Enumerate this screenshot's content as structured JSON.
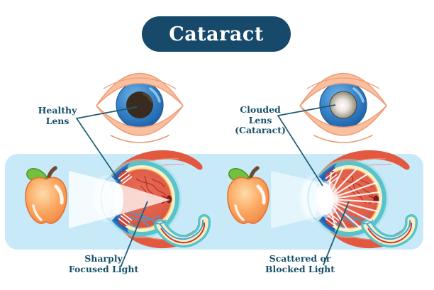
{
  "title": "Cataract",
  "labels": {
    "healthy_lens": {
      "line1": "Healthy",
      "line2": "Lens"
    },
    "clouded_lens": {
      "line1": "Clouded",
      "line2": "Lens",
      "line3": "(Cataract)"
    },
    "sharply_focused_light": {
      "line1": "Sharply",
      "line2": "Focused Light"
    },
    "scattered_blocked_light": {
      "line1": "Scattered or",
      "line2": "Blocked Light"
    }
  },
  "figures": {
    "healthy_eye_front": "healthy-eye-front-illustration",
    "cataract_eye_front": "cataract-eye-front-illustration",
    "left_apple": "apple-illustration",
    "right_apple": "apple-illustration",
    "healthy_eye_cross_section": "healthy-eye-cross-section-illustration",
    "cataract_eye_cross_section": "cataract-eye-cross-section-illustration"
  },
  "colors": {
    "background": "#ffffff",
    "title_pill_bg": "#17496b",
    "title_text": "#ffffff",
    "label_text": "#175168",
    "leader_line": "#1d5b73",
    "band_bg": "#c8eaf8",
    "skin_peach": "#f9c09f",
    "iris_blue": "#3b88cc",
    "pupil_brown": "#3a2b21",
    "cataract_gray": "#a39a8b",
    "eyeball_teal": "#57c4cd",
    "sclera_cream": "#faeec2",
    "retina_red": "#e05c46",
    "vein_red": "#b23226",
    "vein_blue": "#3f9fd9",
    "muscle_red": "#e2593f",
    "apple_orange": "#f18a46",
    "leaf_green": "#6fc13e"
  }
}
